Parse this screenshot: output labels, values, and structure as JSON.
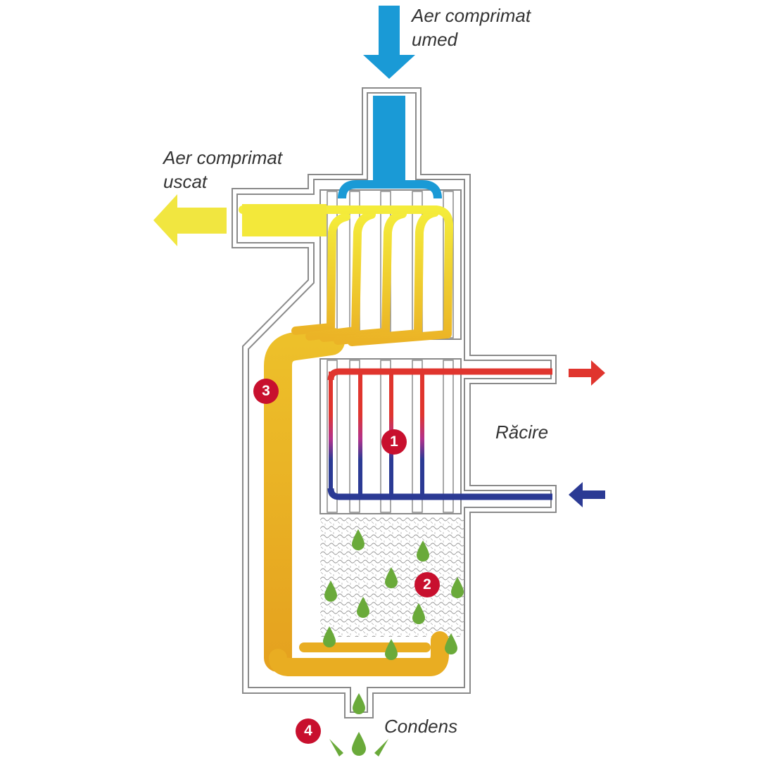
{
  "labels": {
    "inlet_line1": "Aer comprimat",
    "inlet_line2": "umed",
    "outlet_line1": "Aer comprimat",
    "outlet_line2": "uscat",
    "cooling": "Răcire",
    "condensate": "Condens"
  },
  "badges": [
    "1",
    "2",
    "3",
    "4"
  ],
  "icons": {
    "inlet_arrow": "arrow-down-icon",
    "outlet_arrow": "arrow-left-icon",
    "coolant_out_arrow": "arrow-right-icon",
    "coolant_in_arrow": "arrow-left-icon",
    "droplet": "droplet-icon"
  },
  "colors": {
    "wet_air": "#1a9ad6",
    "dry_air_light": "#f2e832",
    "dry_air_dark": "#e7a722",
    "coolant_hot": "#e0352e",
    "coolant_cold": "#2b3a94",
    "condensate": "#6aaa3a",
    "badge": "#c8102e",
    "housing": "#8a8a8a"
  }
}
